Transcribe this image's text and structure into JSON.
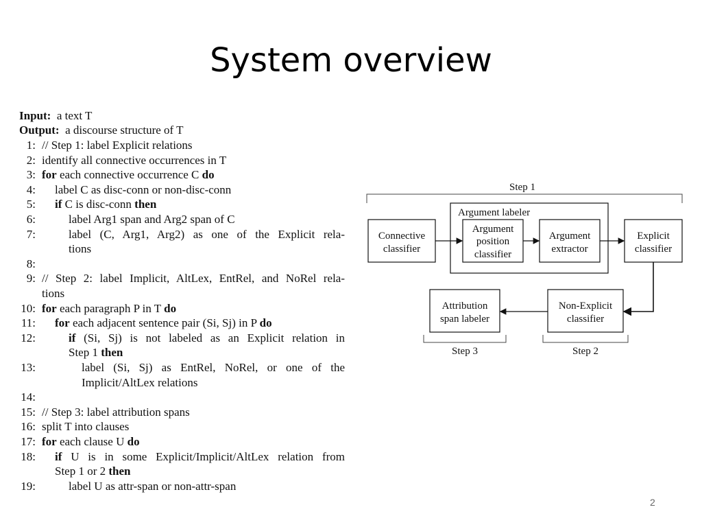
{
  "slide": {
    "title": "System overview",
    "page_number": "2"
  },
  "algorithm": {
    "input_label": "Input:",
    "input_text": "a text T",
    "output_label": "Output:",
    "output_text": "a discourse structure of T",
    "lines": [
      {
        "num": "1:",
        "indent": 0,
        "text": "// Step 1: label Explicit relations"
      },
      {
        "num": "2:",
        "indent": 0,
        "text": "identify all connective occurrences in T"
      },
      {
        "num": "3:",
        "indent": 0,
        "kw": "for",
        "text": "each connective occurrence C",
        "kw_end": "do"
      },
      {
        "num": "4:",
        "indent": 1,
        "text": "label C as disc-conn or non-disc-conn"
      },
      {
        "num": "5:",
        "indent": 1,
        "kw": "if",
        "text": "C is disc-conn",
        "kw_end": "then"
      },
      {
        "num": "6:",
        "indent": 2,
        "text": "label Arg1 span and Arg2 span of C"
      },
      {
        "num": "7:",
        "indent": 2,
        "text": "label (C, Arg1, Arg2) as one of the Explicit rela-",
        "wrap": true
      },
      {
        "num": "",
        "indent": 2,
        "text": "tions"
      },
      {
        "num": "8:",
        "indent": 0,
        "text": ""
      },
      {
        "num": "9:",
        "indent": 0,
        "text": "// Step 2: label Implicit, AltLex, EntRel, and NoRel rela-",
        "wrap": true
      },
      {
        "num": "",
        "indent": 0,
        "text": "tions"
      },
      {
        "num": "10:",
        "indent": 0,
        "kw": "for",
        "text": "each paragraph P in T",
        "kw_end": "do"
      },
      {
        "num": "11:",
        "indent": 1,
        "kw": "for",
        "text": "each adjacent sentence pair (Si, Sj) in P",
        "kw_end": "do"
      },
      {
        "num": "12:",
        "indent": 2,
        "kw": "if",
        "text": "(Si, Sj) is not labeled as an Explicit relation in",
        "wrap": true
      },
      {
        "num": "",
        "indent": 2,
        "text": "Step 1",
        "kw_end": "then"
      },
      {
        "num": "13:",
        "indent": 3,
        "text": "label (Si, Sj) as EntRel, NoRel, or one of the",
        "wrap": true
      },
      {
        "num": "",
        "indent": 3,
        "text": "Implicit/AltLex relations"
      },
      {
        "num": "14:",
        "indent": 0,
        "text": ""
      },
      {
        "num": "15:",
        "indent": 0,
        "text": "// Step 3: label attribution spans"
      },
      {
        "num": "16:",
        "indent": 0,
        "text": "split T into clauses"
      },
      {
        "num": "17:",
        "indent": 0,
        "kw": "for",
        "text": "each clause U",
        "kw_end": "do"
      },
      {
        "num": "18:",
        "indent": 1,
        "kw": "if",
        "text": "U is in some Explicit/Implicit/AltLex relation from",
        "wrap": true
      },
      {
        "num": "",
        "indent": 1,
        "text": "Step 1 or 2",
        "kw_end": "then"
      },
      {
        "num": "19:",
        "indent": 2,
        "text": "label U as attr-span or non-attr-span"
      }
    ]
  },
  "diagram": {
    "step1_label": "Step 1",
    "step2_label": "Step 2",
    "step3_label": "Step 3",
    "group_label": "Argument labeler",
    "boxes": {
      "connective": [
        "Connective",
        "classifier"
      ],
      "argpos": [
        "Argument",
        "position",
        "classifier"
      ],
      "argext": [
        "Argument",
        "extractor"
      ],
      "explicit": [
        "Explicit",
        "classifier"
      ],
      "nonexplicit": [
        "Non-Explicit",
        "classifier"
      ],
      "attribution": [
        "Attribution",
        "span labeler"
      ]
    }
  }
}
